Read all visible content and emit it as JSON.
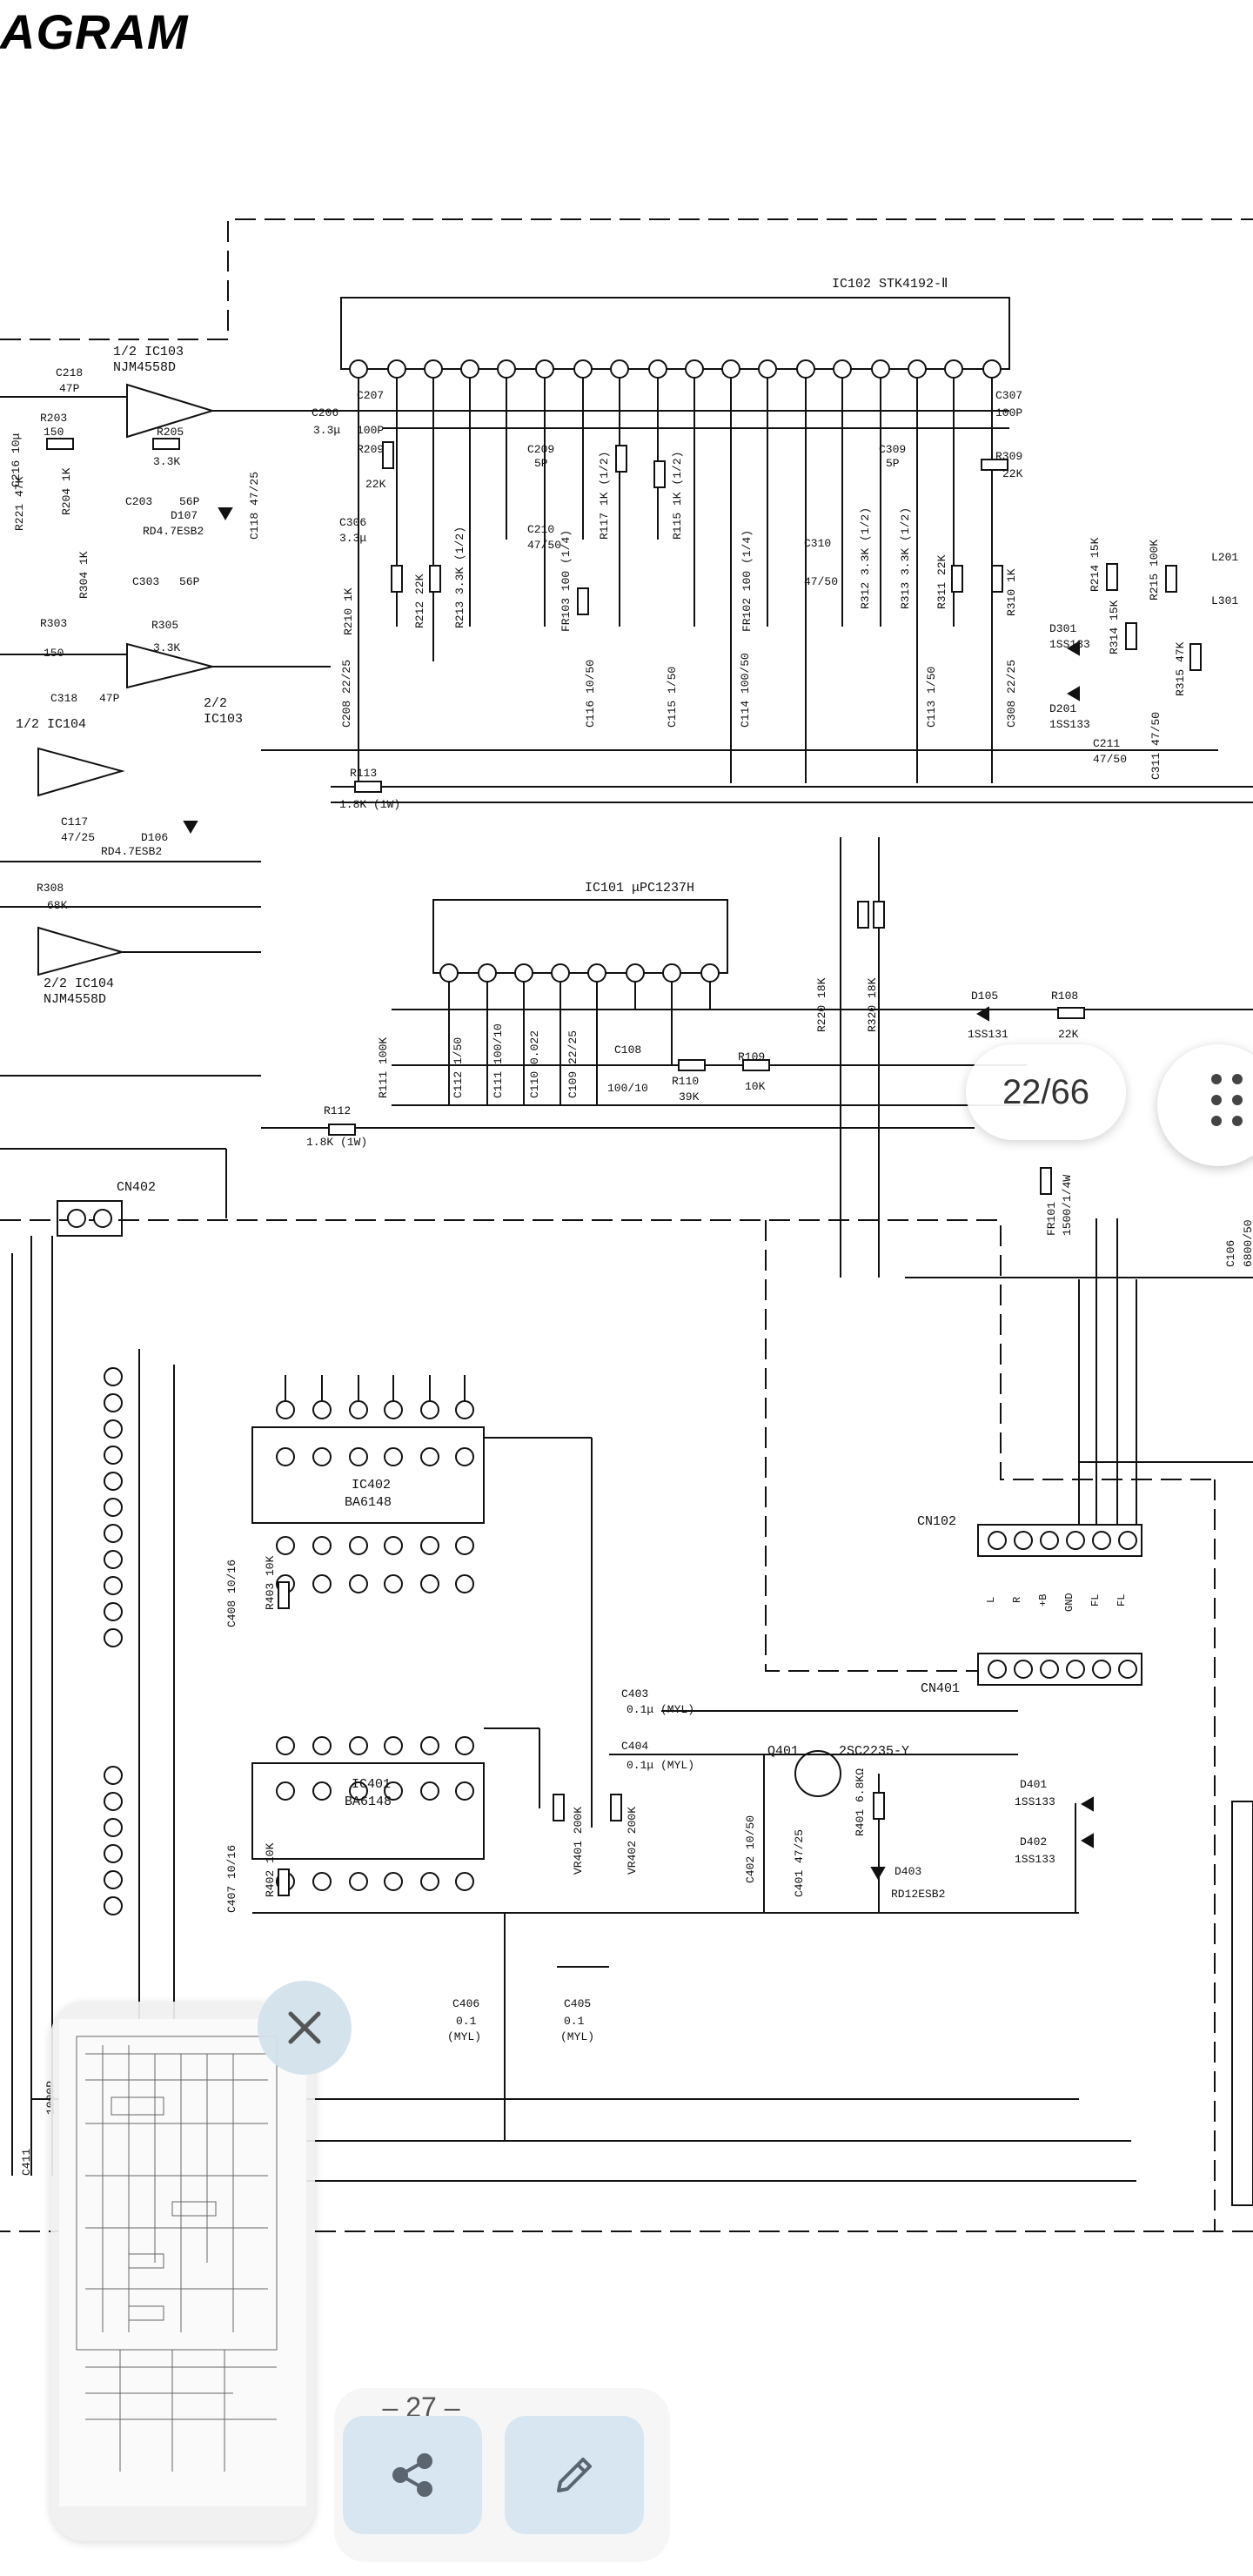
{
  "document": {
    "title": "AGRAM",
    "page_indicator": "22/66",
    "thumbnail_page_number": "– 27 –"
  },
  "schematic": {
    "ic102": "IC102   STK4192-Ⅱ",
    "ic103a": "1/2 IC103",
    "ic103a_part": "NJM4558D",
    "ic103b": "2/2",
    "ic103b_ref": "IC103",
    "ic104a": "1/2 IC104",
    "ic104b": "2/2 IC104",
    "ic104b_part": "NJM4558D",
    "ic101": "IC101   μPC1237H",
    "ic402": "IC402",
    "ic402_part": "BA6148",
    "ic401": "IC401",
    "ic401_part": "BA6148",
    "cn402": "CN402",
    "cn102": "CN102",
    "cn401": "CN401",
    "q401": "Q401",
    "q401_part": "2SC2235-Y",
    "labels": {
      "c218": "C218",
      "c218v": "47P",
      "r203": "R203",
      "r203v": "150",
      "r205": "R205",
      "r205v": "3.3K",
      "c206": "C206",
      "c206v": "3.3μ",
      "c207": "C207",
      "c207v": "100P",
      "r209": "R209",
      "r209v": "22K",
      "c209": "C209",
      "c209v": "5P",
      "c306": "C306",
      "c306v": "3.3μ",
      "c203": "C203",
      "c203v": "56P",
      "d107": "D107",
      "d107v": "RD4.7ESB2",
      "c303": "C303",
      "c303v": "56P",
      "r305": "R305",
      "r305v": "3.3K",
      "r303": "R303",
      "r303v": "150",
      "c318": "C318",
      "c318v": "47P",
      "r113": "R113",
      "r113v": "1.8K (1W)",
      "d106": "D106",
      "d106v": "RD4.7ESB2",
      "c117": "C117",
      "c117v": "47/25",
      "r308": "R308",
      "r308v": "68K",
      "c307": "C307",
      "c307v": "100P",
      "r309": "R309",
      "r309v": "22K",
      "c309": "C309",
      "c309v": "5P",
      "c310": "C310",
      "c310v": "47/50",
      "c210": "C210",
      "c210v": "47/50",
      "d301": "D301",
      "d301v": "1SS133",
      "d201": "D201",
      "d201v": "1SS133",
      "c211": "C211",
      "c211v": "47/50",
      "l201": "L201",
      "l301": "L301",
      "d105": "D105",
      "d105v": "1SS131",
      "r108": "R108",
      "r108v": "22K",
      "c108": "C108",
      "c108v": "100/10",
      "r109": "R109",
      "r109v": "10K",
      "r110": "R110",
      "r110v": "39K",
      "r112": "R112",
      "r112v": "1.8K (1W)",
      "fr101": "FR101",
      "fr101v": "1500/1/4W",
      "c106": "C106",
      "c106v": "6800/50",
      "c403": "C403",
      "c403v": "0.1μ (MYL)",
      "c404": "C404",
      "c404v": "0.1μ (MYL)",
      "vr401": "VR401  200K",
      "vr402": "VR402  200K",
      "c402": "C402  10/50",
      "c401": "C401  47/25",
      "r401": "R401  6.8KΩ",
      "d403": "D403",
      "d403v": "RD12ESB2",
      "d401": "D401",
      "d401v": "1SS133",
      "d402": "D402",
      "d402v": "1SS133",
      "c406": "C406",
      "c406v": "0.1",
      "c406t": "(MYL)",
      "c405": "C405",
      "c405v": "0.1",
      "c405t": "(MYL)",
      "c408": "C408 10/16",
      "c407": "C407 10/16",
      "r403": "R403  10K",
      "r402": "R402  10K",
      "c411": "C411",
      "c411v": "1000P",
      "cn102_pins": [
        "L",
        "R",
        "+B",
        "GND",
        "FL",
        "FL"
      ],
      "ic101_values": [
        "R111 100K",
        "C112 1/50",
        "C111 100/10",
        "C110 0.022",
        "C109 22/25"
      ],
      "ic102_values": [
        "R210 1K",
        "R212 22K",
        "R213 3.3K (1/2)",
        "R117 1K (1/2)",
        "R115 1K (1/2)",
        "FR103 100 (1/4)",
        "FR102 100 (1/4)",
        "R312 3.3K (1/2)",
        "R313 3.3K (1/2)",
        "R311 22K",
        "R310 1K"
      ],
      "caps_row": [
        "C208 22/25",
        "C116 10/50",
        "C115 1/50",
        "C114 100/50",
        "C113 1/50",
        "C308 22/25"
      ],
      "right_r": [
        "R214 15K",
        "R215 100K",
        "R314 15K",
        "R315 47K",
        "C311 47/50"
      ],
      "left_r": [
        "R221 47K",
        "R204 1K",
        "R304 1K",
        "C216 10μ",
        "C118 47/25"
      ],
      "r220": "R220 18K",
      "r320": "R320 18K"
    }
  }
}
